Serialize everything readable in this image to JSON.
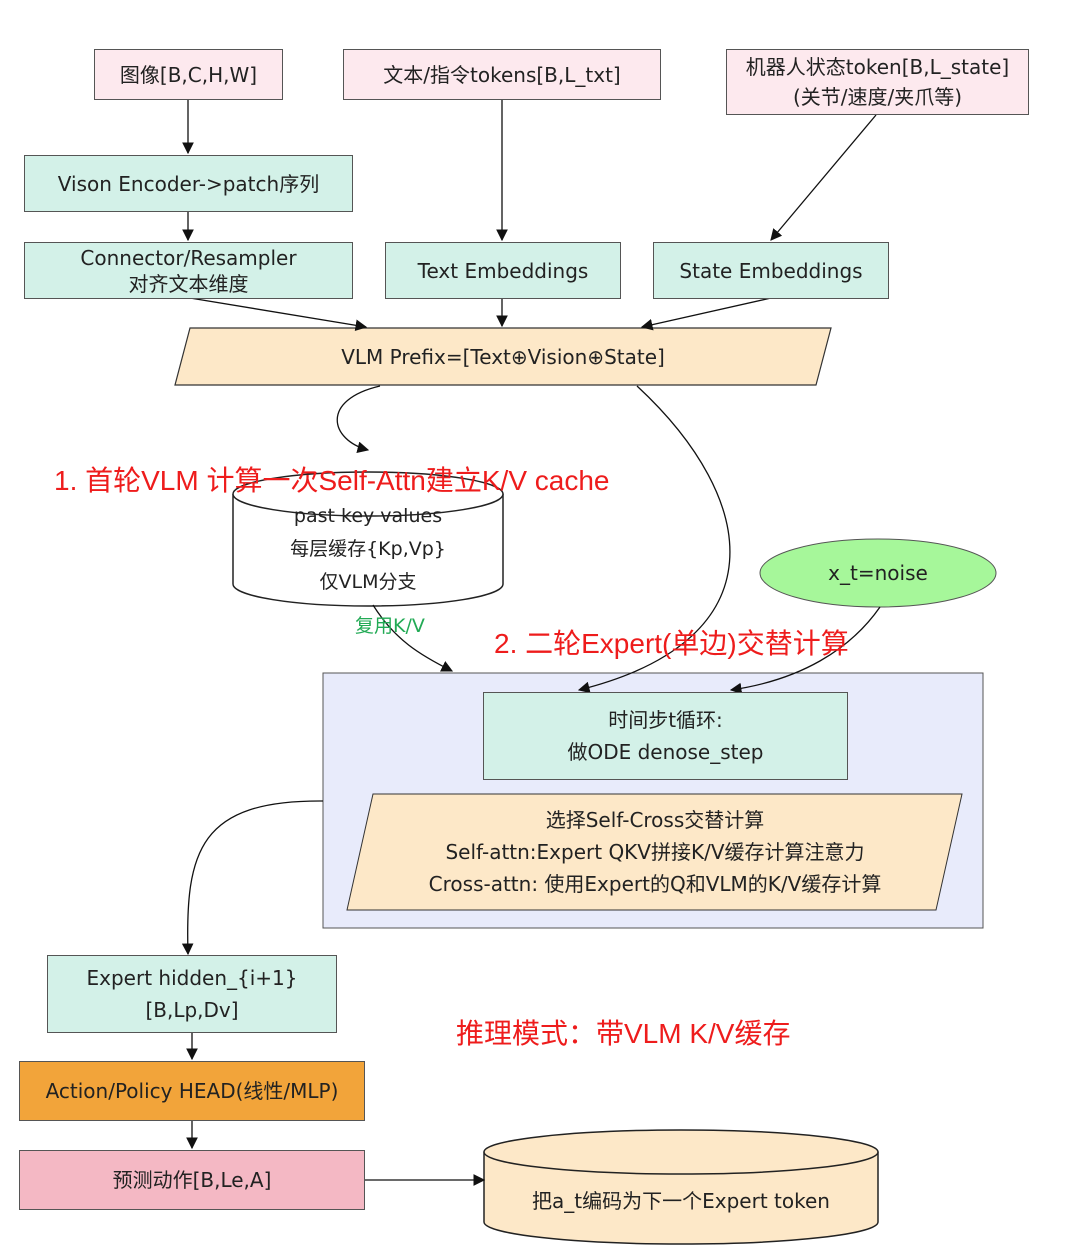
{
  "inputs": {
    "image": "图像[B,C,H,W]",
    "text": "文本/指令tokens[B,L_txt]",
    "state_line1": "机器人状态token[B,L_state]",
    "state_line2": "(关节/速度/夹爪等)"
  },
  "encoders": {
    "vision": "Vison Encoder->patch序列",
    "connector_line1": "Connector/Resampler",
    "connector_line2": "对齐文本维度",
    "text_emb": "Text Embeddings",
    "state_emb": "State Embeddings"
  },
  "prefix": "VLM Prefix=[Text⊕Vision⊕State]",
  "annotations": {
    "first_round": "1. 首轮VLM 计算一次Self-Attn建立K/V cache",
    "second_round": "2. 二轮Expert(单边)交替计算",
    "reuse": "复用K/V",
    "mode": "推理模式：带VLM K/V缓存"
  },
  "cache": {
    "line1": "past key values",
    "line2": "每层缓存{Kp,Vp}",
    "line3": "仅VLM分支"
  },
  "noise": "x_t=noise",
  "loop": {
    "step_line1": "时间步t循环:",
    "step_line2": "做ODE  denose_step",
    "select_line1": "选择Self-Cross交替计算",
    "select_line2": "Self-attn:Expert QKV拼接K/V缓存计算注意力",
    "select_line3": "Cross-attn: 使用Expert的Q和VLM的K/V缓存计算"
  },
  "outputs": {
    "hidden_line1": "Expert hidden_{i+1}",
    "hidden_line2": "[B,Lp,Dv]",
    "head": "Action/Policy HEAD(线性/MLP)",
    "predict": "预测动作[B,Le,A]",
    "encode": "把a_t编码为下一个Expert token"
  },
  "colors": {
    "input_fill": "#fde9ee",
    "process_fill": "#d3f1e8",
    "prefix_fill": "#fde8c8",
    "loop_bg": "#e8ebfb",
    "noise_fill": "#a6f79a",
    "head_fill": "#f2a43a",
    "predict_fill": "#f4b8c4",
    "annotation_red": "#ee1c1c",
    "annotation_green": "#22aa55"
  }
}
